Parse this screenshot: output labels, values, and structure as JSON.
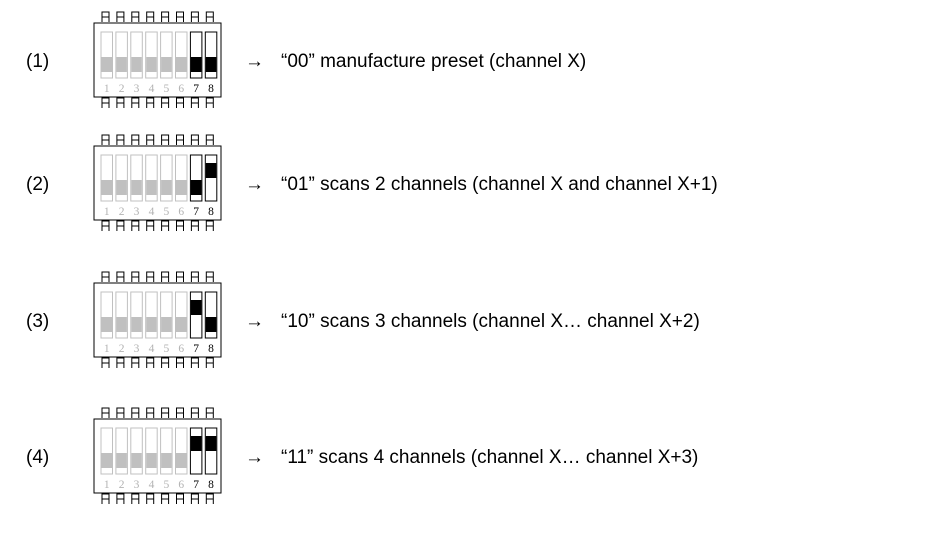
{
  "colors": {
    "on": "#000000",
    "off_gray": "#c0c0c0",
    "line": "#000000",
    "num_gray": "#b3b3b3",
    "num_dark": "#000000"
  },
  "arrow": "→",
  "switch_numbers": [
    "1",
    "2",
    "3",
    "4",
    "5",
    "6",
    "7",
    "8"
  ],
  "rows": [
    {
      "id": "1",
      "index": "(1)",
      "description": "“00” manufacture preset (channel X)",
      "sw7": "down",
      "sw8": "down"
    },
    {
      "id": "2",
      "index": "(2)",
      "description": "“01” scans 2 channels (channel X and channel X+1)",
      "sw7": "down",
      "sw8": "up"
    },
    {
      "id": "3",
      "index": "(3)",
      "description": "“10” scans 3 channels (channel X… channel X+2)",
      "sw7": "up",
      "sw8": "down"
    },
    {
      "id": "4",
      "index": "(4)",
      "description": "“11” scans 4 channels (channel X… channel X+3)",
      "sw7": "up",
      "sw8": "up"
    }
  ]
}
